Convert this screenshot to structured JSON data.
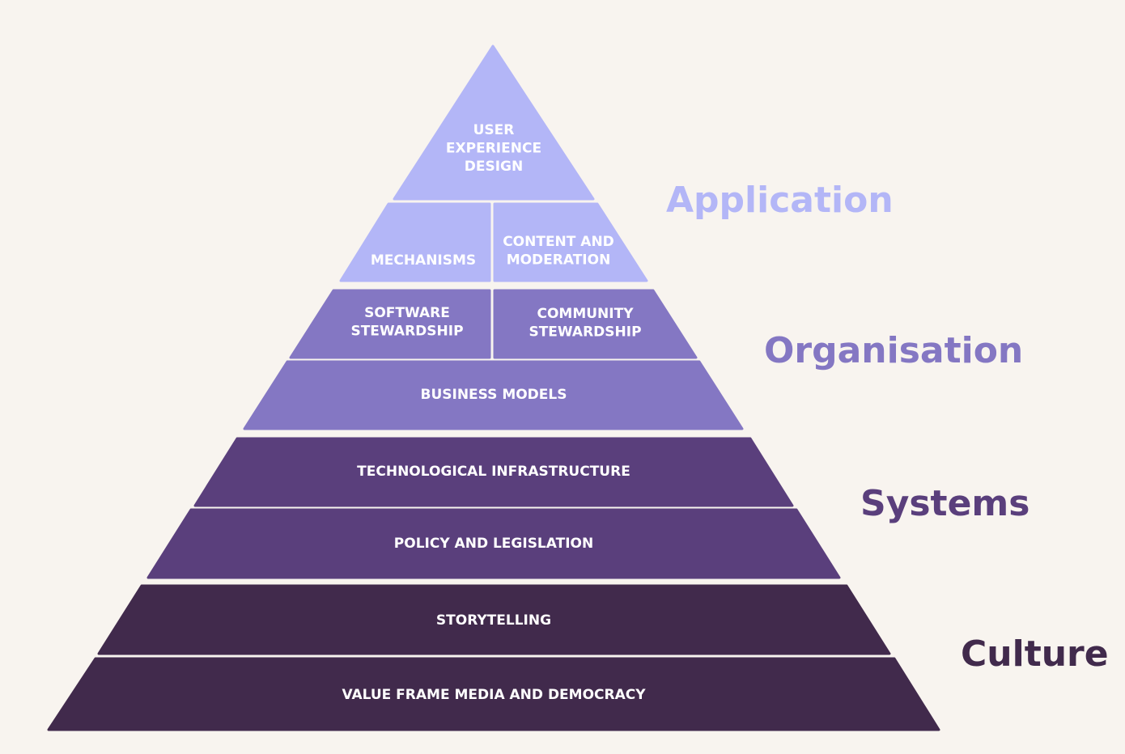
{
  "colors": {
    "background": "#f8f4ef",
    "application": "#b3b6f7",
    "organisation": "#8477c3",
    "systems": "#5a3f7c",
    "culture": "#412a4c",
    "tier_text": "#ffffff"
  },
  "pyramid": {
    "blocks": [
      {
        "id": "user-experience-design",
        "level": "application",
        "lines": [
          "USER",
          "EXPERIENCE",
          "DESIGN"
        ]
      },
      {
        "id": "mechanisms",
        "level": "application",
        "lines": [
          "MECHANISMS"
        ]
      },
      {
        "id": "content-and-moderation",
        "level": "application",
        "lines": [
          "CONTENT AND",
          "MODERATION"
        ]
      },
      {
        "id": "software-stewardship",
        "level": "organisation",
        "lines": [
          "SOFTWARE",
          "STEWARDSHIP"
        ]
      },
      {
        "id": "community-stewardship",
        "level": "organisation",
        "lines": [
          "COMMUNITY",
          "STEWARDSHIP"
        ]
      },
      {
        "id": "business-models",
        "level": "organisation",
        "lines": [
          "BUSINESS MODELS"
        ]
      },
      {
        "id": "technological-infrastructure",
        "level": "systems",
        "lines": [
          "TECHNOLOGICAL INFRASTRUCTURE"
        ]
      },
      {
        "id": "policy-and-legislation",
        "level": "systems",
        "lines": [
          "POLICY AND LEGISLATION"
        ]
      },
      {
        "id": "storytelling",
        "level": "culture",
        "lines": [
          "STORYTELLING"
        ]
      },
      {
        "id": "value-frame-media-and-democracy",
        "level": "culture",
        "lines": [
          "VALUE FRAME MEDIA AND DEMOCRACY"
        ]
      }
    ]
  },
  "levels": [
    {
      "id": "application",
      "label": "Application"
    },
    {
      "id": "organisation",
      "label": "Organisation"
    },
    {
      "id": "systems",
      "label": "Systems"
    },
    {
      "id": "culture",
      "label": "Culture"
    }
  ]
}
